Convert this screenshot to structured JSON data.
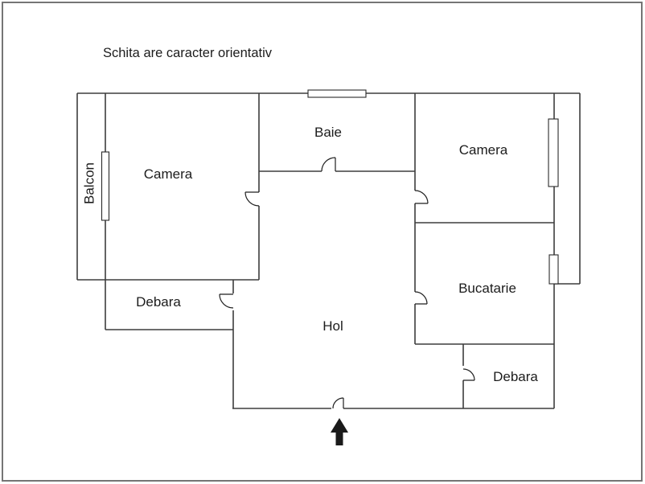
{
  "title": "Schita are caracter orientativ",
  "rooms": {
    "balcon": "Balcon",
    "camera_left": "Camera",
    "baie": "Baie",
    "camera_right": "Camera",
    "bucatarie": "Bucatarie",
    "debara_left": "Debara",
    "hol": "Hol",
    "debara_right": "Debara"
  },
  "icons": {
    "entrance_arrow": "entrance-arrow-icon"
  },
  "colors": {
    "wall": "#3d3d3d",
    "text": "#1c1c1c",
    "arrow": "#1a1a1a",
    "frame_border": "#757575",
    "background": "#ffffff"
  }
}
